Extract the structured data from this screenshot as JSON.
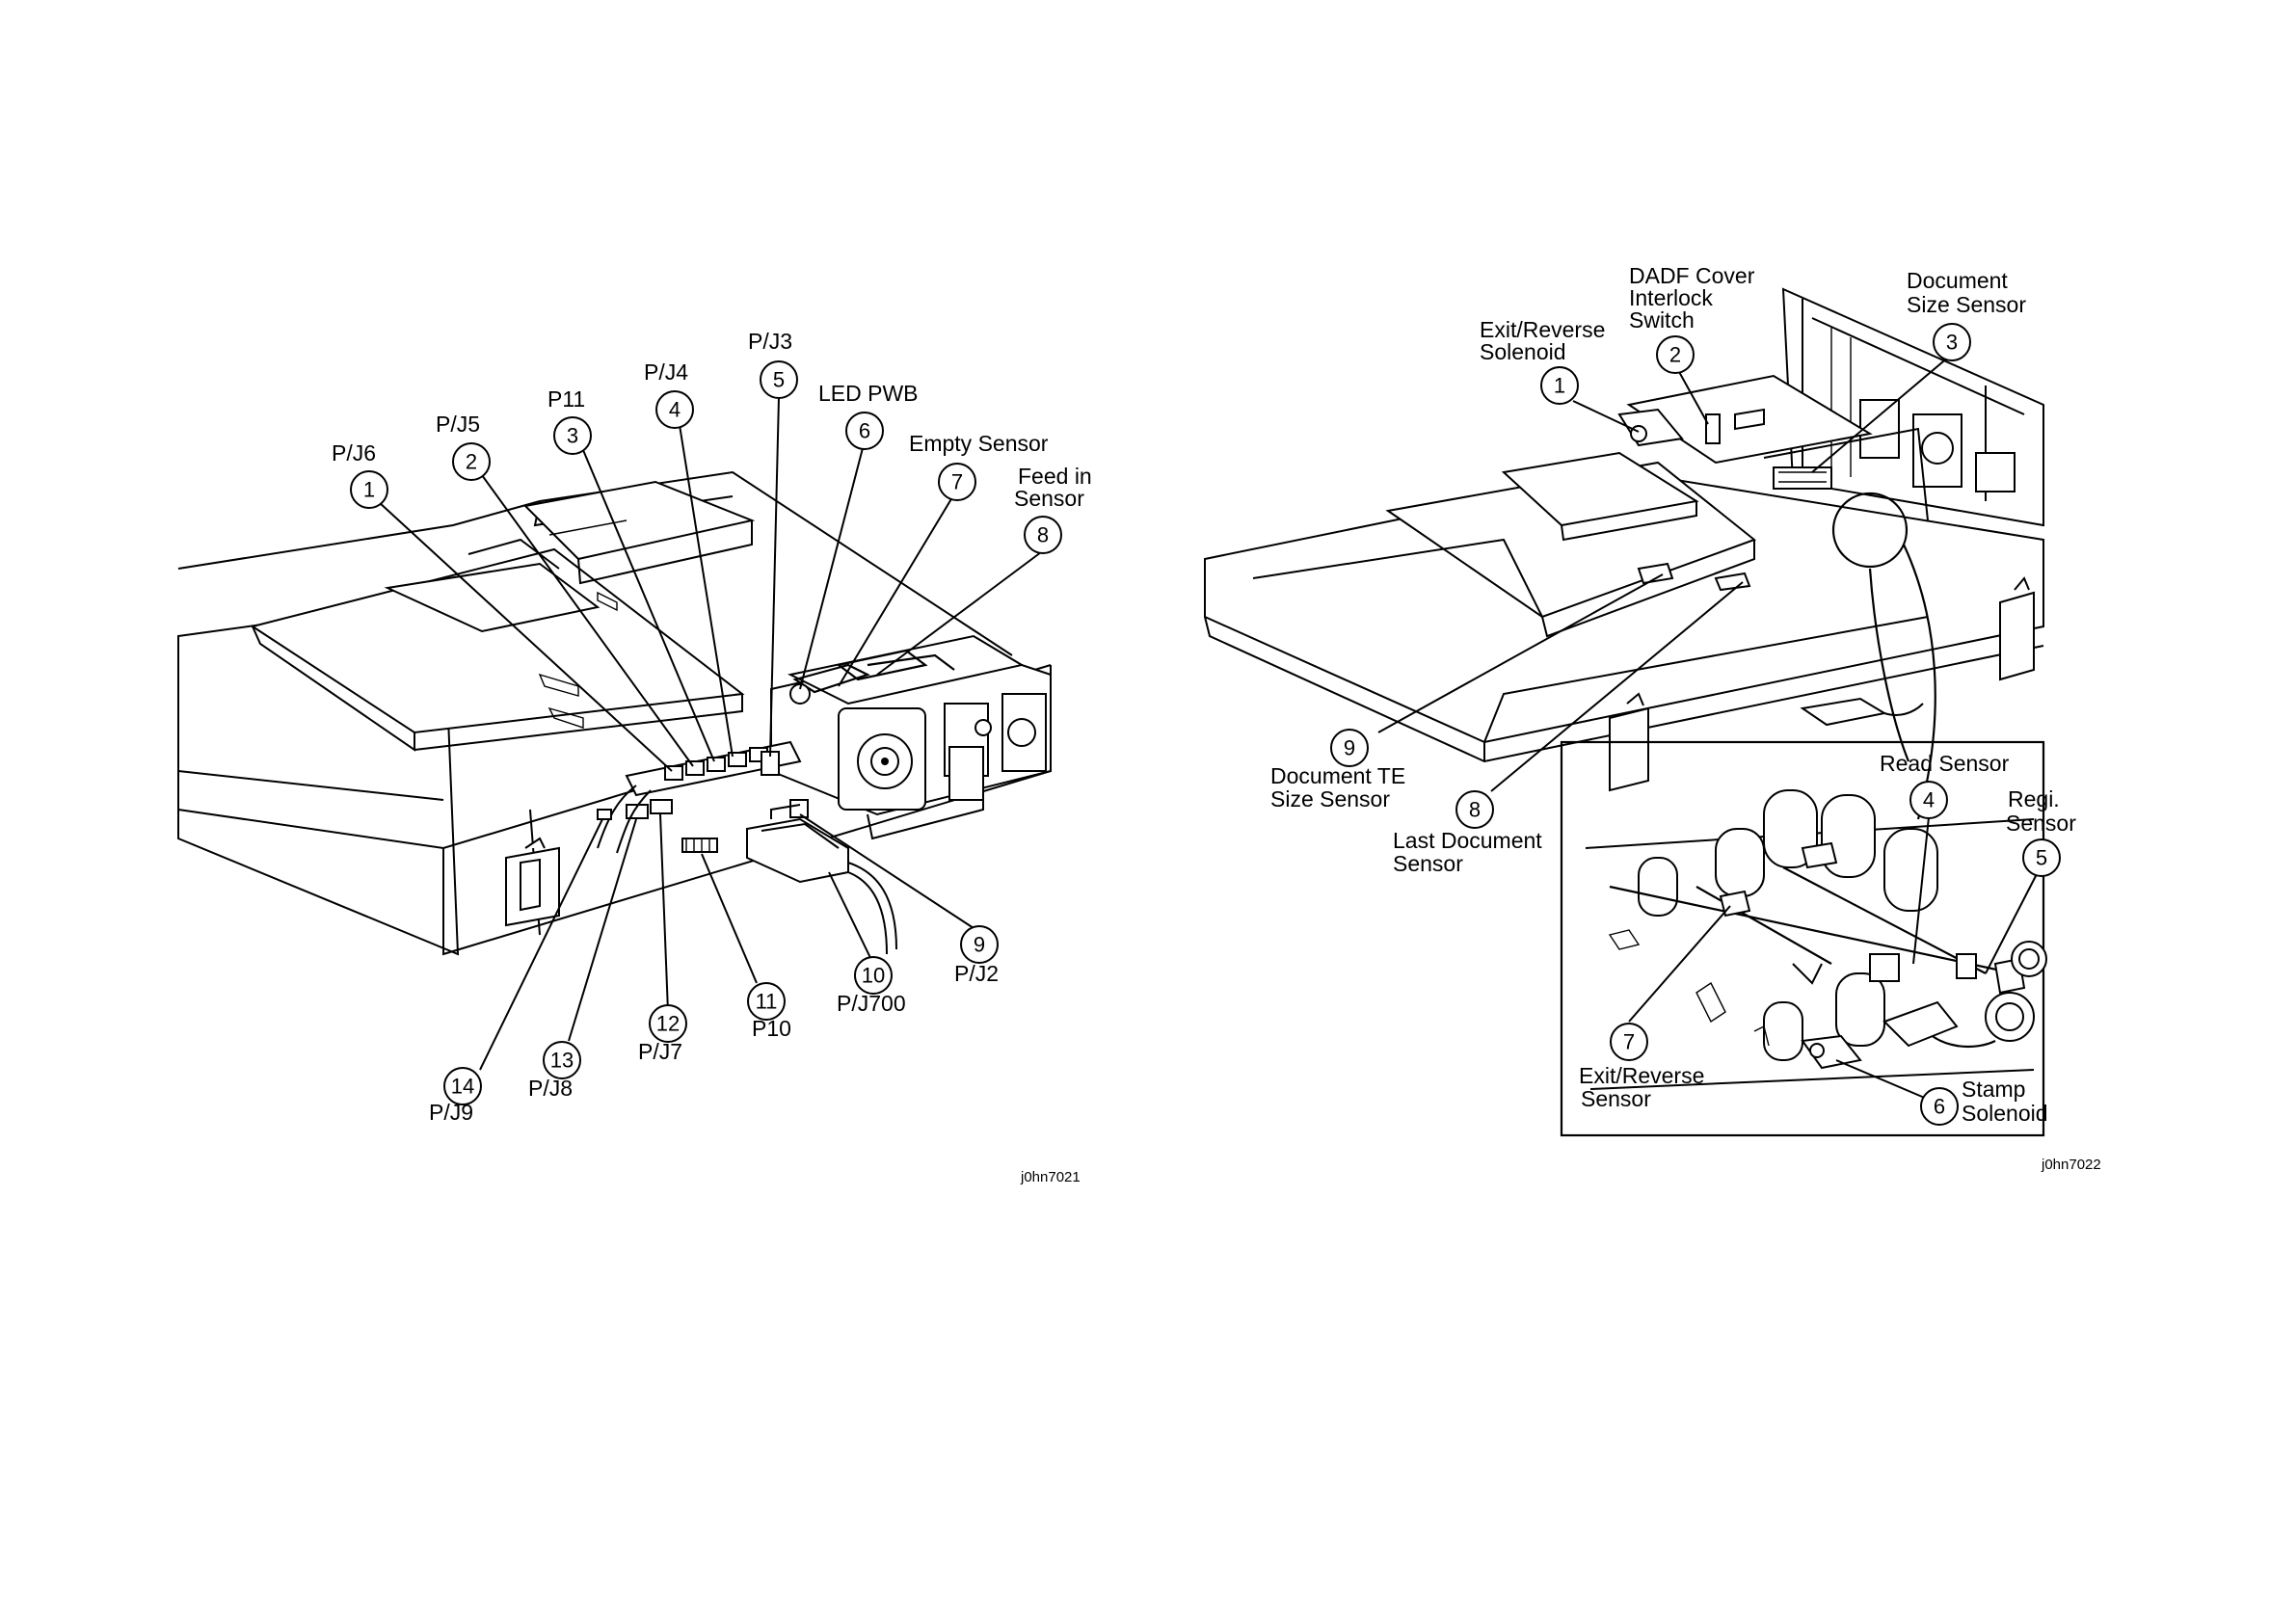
{
  "figures": [
    {
      "id": "left",
      "code": "j0hn7021",
      "callouts": [
        {
          "num": "1",
          "label": [
            "P/J6"
          ]
        },
        {
          "num": "2",
          "label": [
            "P/J5"
          ]
        },
        {
          "num": "3",
          "label": [
            "P11"
          ]
        },
        {
          "num": "4",
          "label": [
            "P/J4"
          ]
        },
        {
          "num": "5",
          "label": [
            "P/J3"
          ]
        },
        {
          "num": "6",
          "label": [
            "LED PWB"
          ]
        },
        {
          "num": "7",
          "label": [
            "Empty Sensor"
          ]
        },
        {
          "num": "8",
          "label": [
            "Feed in",
            "Sensor"
          ]
        },
        {
          "num": "9",
          "label": [
            "P/J2"
          ]
        },
        {
          "num": "10",
          "label": [
            "P/J700"
          ]
        },
        {
          "num": "11",
          "label": [
            "P10"
          ]
        },
        {
          "num": "12",
          "label": [
            "P/J7"
          ]
        },
        {
          "num": "13",
          "label": [
            "P/J8"
          ]
        },
        {
          "num": "14",
          "label": [
            "P/J9"
          ]
        }
      ]
    },
    {
      "id": "right",
      "code": "j0hn7022",
      "callouts": [
        {
          "num": "1",
          "label": [
            "Exit/Reverse",
            "Solenoid"
          ]
        },
        {
          "num": "2",
          "label": [
            "DADF Cover",
            "Interlock",
            "Switch"
          ]
        },
        {
          "num": "3",
          "label": [
            "Document",
            "Size Sensor"
          ]
        },
        {
          "num": "4",
          "label": [
            "Read Sensor"
          ]
        },
        {
          "num": "5",
          "label": [
            "Regi.",
            "Sensor"
          ]
        },
        {
          "num": "6",
          "label": [
            "Stamp",
            "Solenoid"
          ]
        },
        {
          "num": "7",
          "label": [
            "Exit/Reverse",
            "Sensor"
          ]
        },
        {
          "num": "8",
          "label": [
            "Last Document",
            "Sensor"
          ]
        },
        {
          "num": "9",
          "label": [
            "Document TE",
            "Size Sensor"
          ]
        }
      ]
    }
  ]
}
